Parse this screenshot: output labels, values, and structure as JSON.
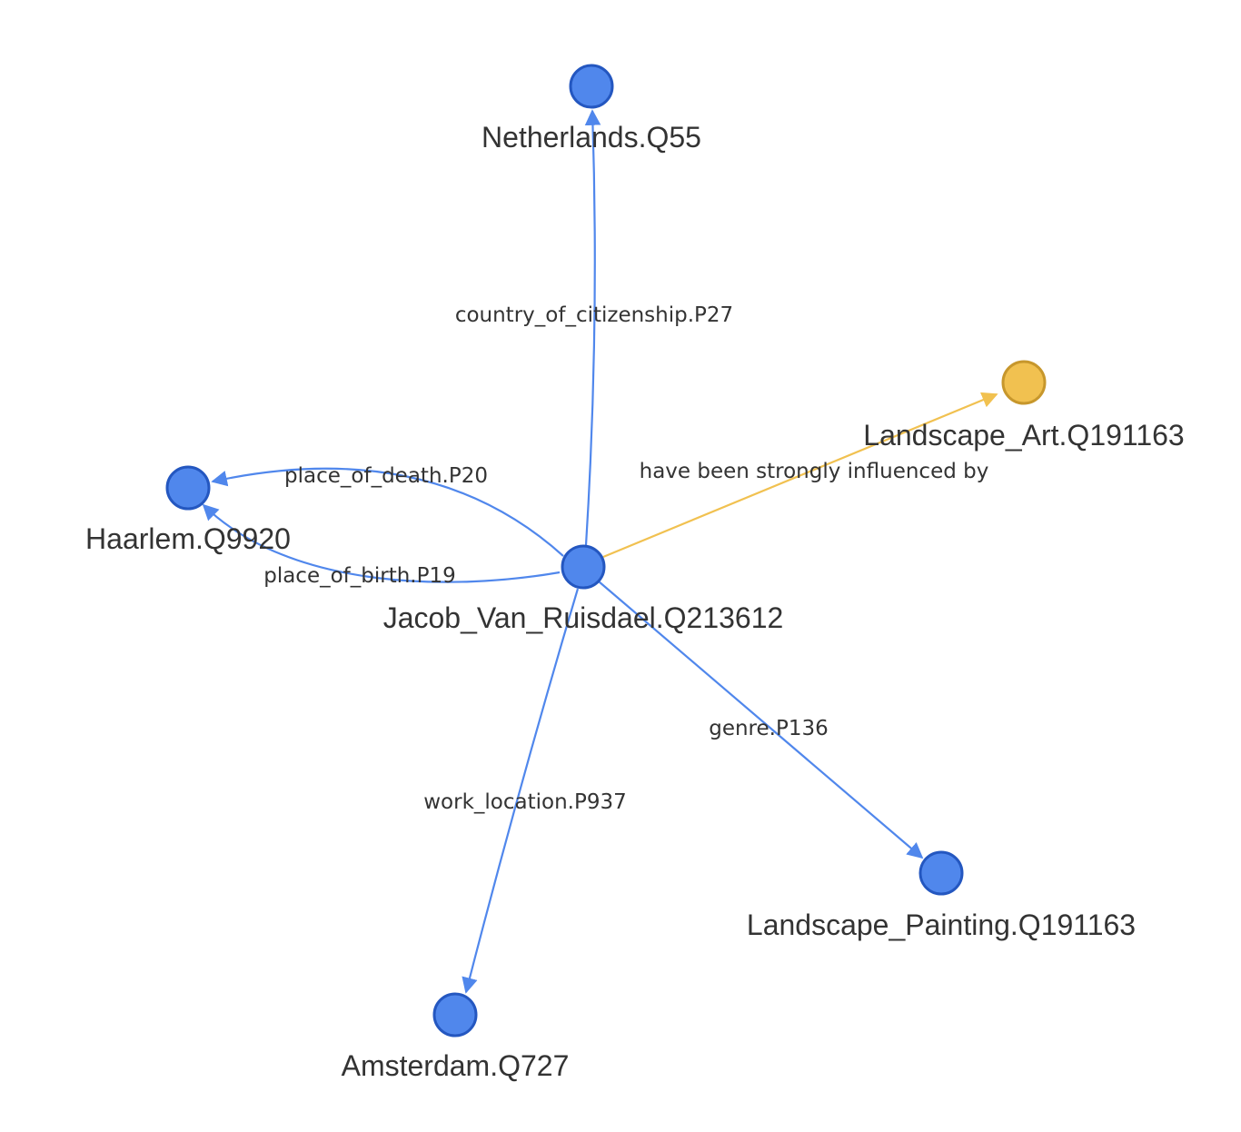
{
  "colors": {
    "default_node_fill": "#5087ec",
    "default_node_stroke": "#2457c0",
    "highlight_node_fill": "#f1c150",
    "highlight_node_stroke": "#c7972c",
    "default_edge": "#5087ec",
    "highlight_edge": "#f1c150",
    "text": "#333333"
  },
  "nodes": [
    {
      "id": "center",
      "label": "Jacob_Van_Ruisdael.Q213612",
      "style": "default"
    },
    {
      "id": "netherlands",
      "label": "Netherlands.Q55",
      "style": "default"
    },
    {
      "id": "haarlem",
      "label": "Haarlem.Q9920",
      "style": "default"
    },
    {
      "id": "landscape_art",
      "label": "Landscape_Art.Q191163",
      "style": "highlight"
    },
    {
      "id": "landscape_painting",
      "label": "Landscape_Painting.Q191163",
      "style": "default"
    },
    {
      "id": "amsterdam",
      "label": "Amsterdam.Q727",
      "style": "default"
    }
  ],
  "edges": [
    {
      "id": "citizenship",
      "source": "center",
      "target": "netherlands",
      "label": "country_of_citizenship.P27",
      "style": "default"
    },
    {
      "id": "death",
      "source": "center",
      "target": "haarlem",
      "label": "place_of_death.P20",
      "style": "default"
    },
    {
      "id": "birth",
      "source": "center",
      "target": "haarlem",
      "label": "place_of_birth.P19",
      "style": "default"
    },
    {
      "id": "influence",
      "source": "center",
      "target": "landscape_art",
      "label": "have been strongly influenced by",
      "style": "highlight"
    },
    {
      "id": "genre",
      "source": "center",
      "target": "landscape_painting",
      "label": "genre.P136",
      "style": "default"
    },
    {
      "id": "work",
      "source": "center",
      "target": "amsterdam",
      "label": "work_location.P937",
      "style": "default"
    }
  ]
}
